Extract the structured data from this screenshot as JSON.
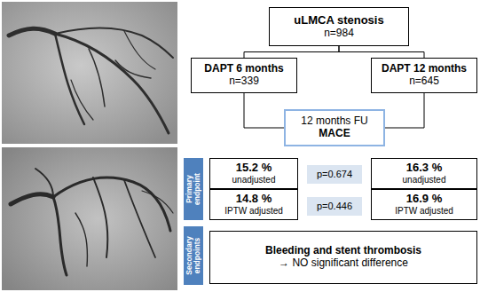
{
  "diagram": {
    "nodes": [
      {
        "text": [
          "uLMCA stenosis",
          "n=984"
        ]
      },
      {
        "text": [
          "DAPT 6 months",
          "n=339"
        ]
      },
      {
        "text": [
          "DAPT 12 months",
          "n=645"
        ]
      },
      {
        "text": [
          "12 months FU",
          "MACE"
        ]
      },
      {
        "text": [
          "Primary endpoint"
        ]
      },
      {
        "text": [
          "15.2 %",
          "unadjusted"
        ]
      },
      {
        "text": [
          "p=0.674"
        ]
      },
      {
        "text": [
          "16.3 %",
          "unadjusted"
        ]
      },
      {
        "text": [
          "14.8 %",
          "IPTW adjusted"
        ]
      },
      {
        "text": [
          "p=0.446"
        ]
      },
      {
        "text": [
          "16.9 %",
          "IPTW adjusted"
        ]
      },
      {
        "text": [
          "Secondary endpoints"
        ]
      },
      {
        "text": [
          "Bleeding and stent thrombosis",
          "→ NO significant difference"
        ]
      }
    ],
    "edges": [
      {
        "from": 0,
        "to": 1,
        "arrow": "none"
      },
      {
        "from": 0,
        "to": 2,
        "arrow": "none"
      },
      {
        "from": 1,
        "to": 3,
        "arrow": "none"
      },
      {
        "from": 2,
        "to": 3,
        "arrow": "none"
      }
    ]
  }
}
